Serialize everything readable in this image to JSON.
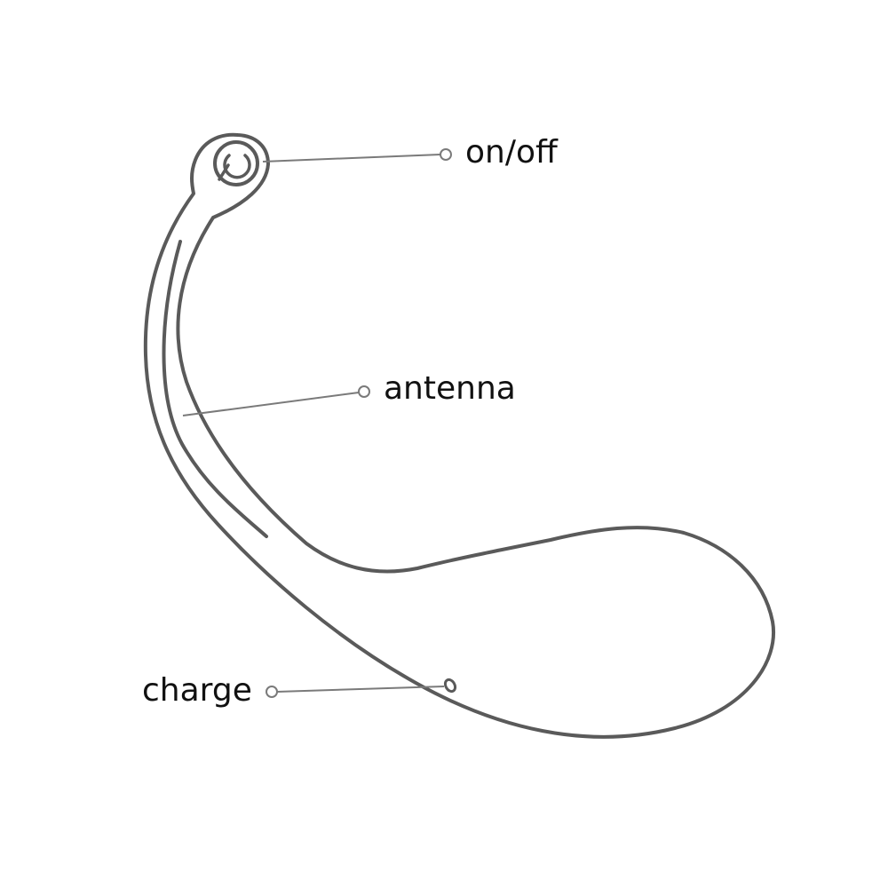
{
  "labels": {
    "on_off": "on/off",
    "antenna": "antenna",
    "charge": "charge"
  },
  "colors": {
    "outline": "#5a5a5a",
    "leader": "#7a7a7a",
    "text": "#111111",
    "background": "#ffffff"
  },
  "icons": {
    "power": "power-icon"
  }
}
